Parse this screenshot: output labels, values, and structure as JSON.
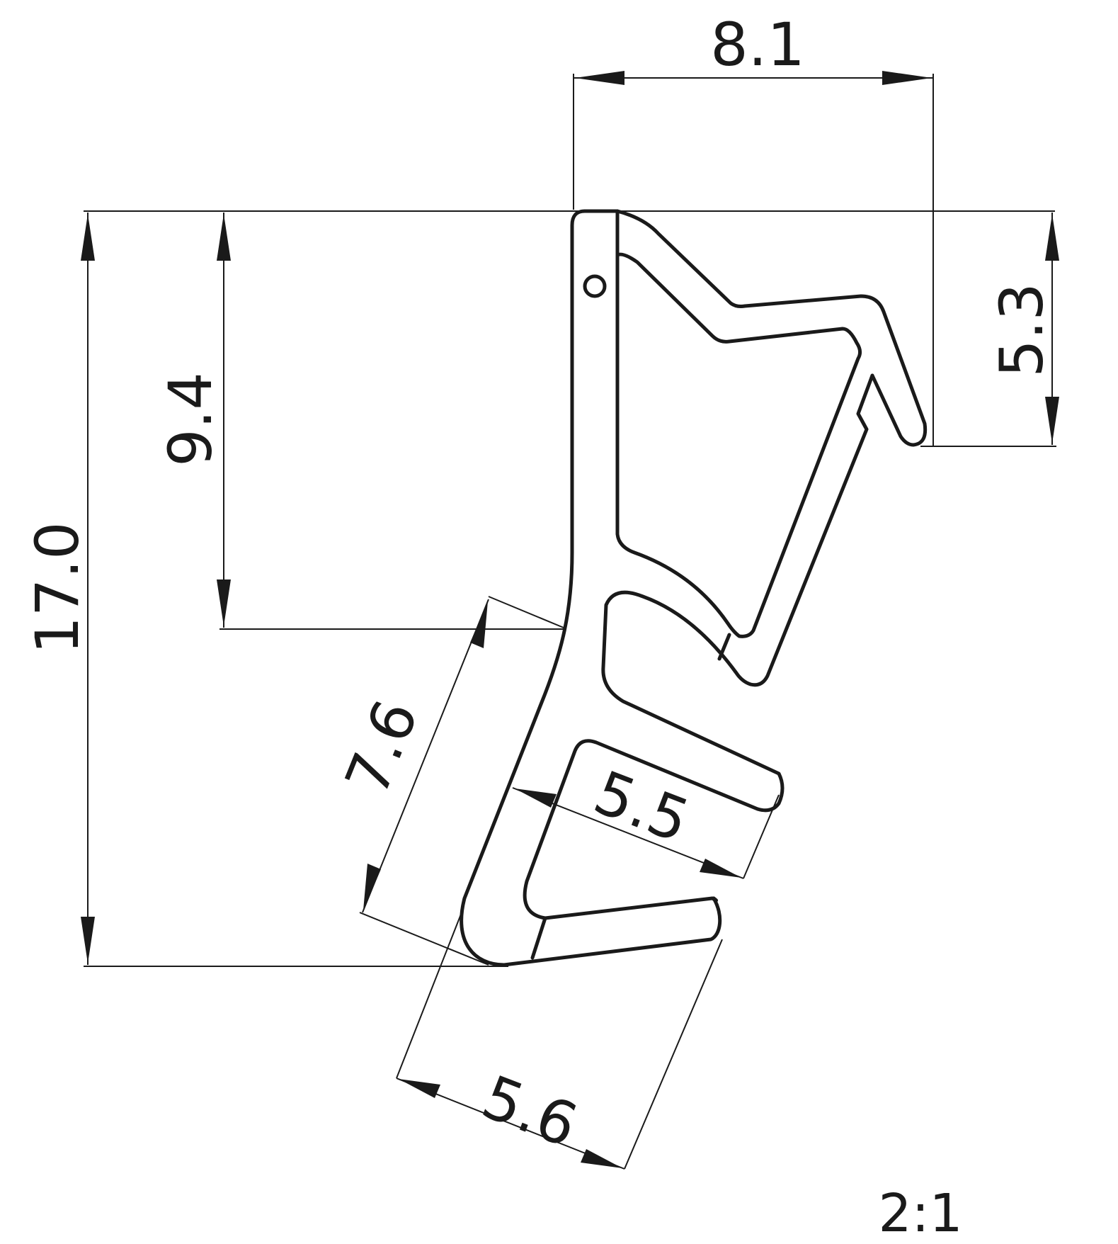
{
  "drawing": {
    "dimensions": {
      "top_width": "8.1",
      "total_height": "17.0",
      "upper_height": "9.4",
      "lip_height": "5.3",
      "diagonal_length": "7.6",
      "slot_width": "5.5",
      "base_width": "5.6"
    },
    "scale": "2:1",
    "colors": {
      "line": "#1a1a1a",
      "background": "#ffffff"
    }
  }
}
